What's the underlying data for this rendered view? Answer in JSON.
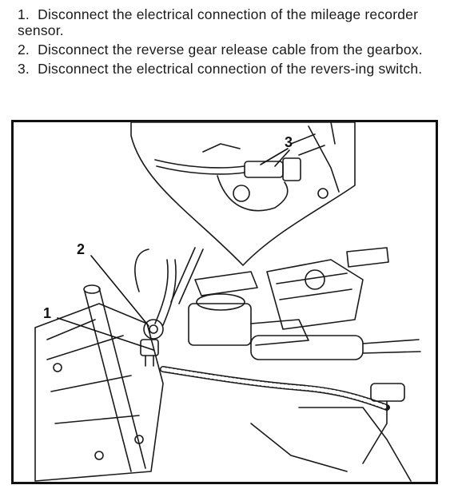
{
  "instructions": [
    {
      "number": "1.",
      "text": "Disconnect the electrical connection of the mileage recorder sensor."
    },
    {
      "number": "2.",
      "text": "Disconnect the reverse gear release cable from the gearbox."
    },
    {
      "number": "3.",
      "text": "Disconnect the electrical connection of the revers-ing switch."
    }
  ],
  "figure": {
    "callouts": [
      "1",
      "2",
      "3"
    ]
  },
  "colors": {
    "ink": "#1a1a1a",
    "paper": "#ffffff"
  }
}
